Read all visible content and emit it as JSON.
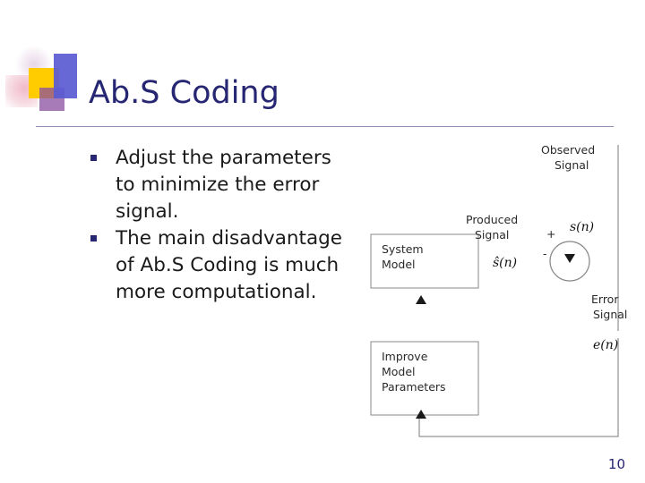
{
  "slide": {
    "title": "Ab.S Coding",
    "page_number": "10",
    "bullets": [
      "Adjust the parameters to minimize the error signal.",
      "The main disadvantage of Ab.S Coding is much more computational."
    ]
  },
  "diagram": {
    "blocks": {
      "system_model": [
        "System",
        "Model"
      ],
      "improve_model": [
        "Improve",
        "Model",
        "Parameters"
      ]
    },
    "labels": {
      "observed_signal": [
        "Observed",
        "Signal"
      ],
      "produced_signal": [
        "Produced",
        "Signal"
      ],
      "error_signal": [
        "Error",
        "Signal"
      ],
      "plus_sign": "+",
      "minus_sign": "-",
      "observed_var": "s(n)",
      "produced_var": "ŝ(n)",
      "error_var": "e(n)"
    }
  },
  "colors": {
    "title": "#262673",
    "accent_yellow": "#ffcc00",
    "accent_blue": "#5a5ad2",
    "accent_purple": "#8a4fa0",
    "text": "#1a1a1a"
  }
}
